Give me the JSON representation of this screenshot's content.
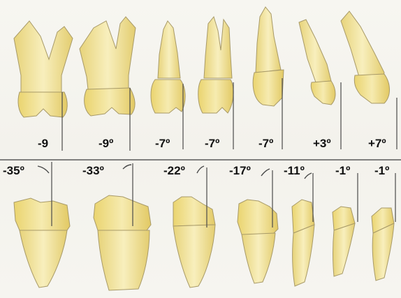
{
  "upper_angles": [
    "-9",
    "-9º",
    "-7º",
    "-7º",
    "-7º",
    "+3º",
    "+7º"
  ],
  "lower_angles": [
    "-35º",
    "-33º",
    "-22º",
    "-17º",
    "-11º",
    "-1º",
    "-1º"
  ],
  "colors": {
    "tooth_fill": "#f3e7a3",
    "tooth_crown": "#ead877",
    "tooth_outline": "#a89a68",
    "reference_line": "#4a4a4a",
    "label_text": "#111111"
  }
}
